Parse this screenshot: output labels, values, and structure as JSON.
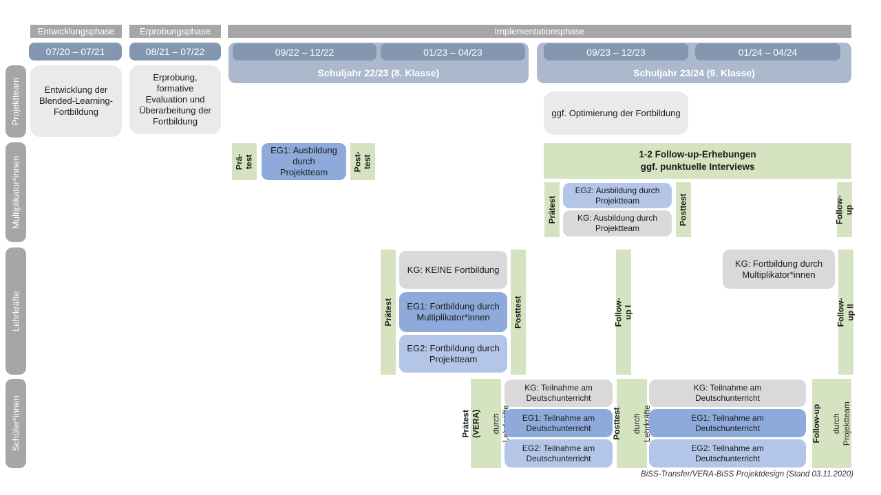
{
  "colors": {
    "phase_gray": "#A6A6A6",
    "date_slate_blue": "#8497B0",
    "school_year_band": "#ACB8CB",
    "project_team_box_gray": "#EBEAEA",
    "kg_gray": "#D9D9D9",
    "eg1_blue": "#8EAADB",
    "eg2_light_blue": "#B4C6E7",
    "test_green": "#D5E3C1"
  },
  "header": {
    "phases": {
      "development": "Entwicklungsphase",
      "testing": "Erprobungsphase",
      "implementation": "Implementationsphase"
    },
    "dates": {
      "d1": "07/20 – 07/21",
      "d2": "08/21 – 07/22",
      "d3": "09/22 – 12/22",
      "d4": "01/23 – 04/23",
      "d5": "09/23 – 12/23",
      "d6": "01/24 – 04/24"
    },
    "school_years": {
      "sy1": "Schuljahr 22/23 (8. Klasse)",
      "sy2": "Schuljahr 23/24 (9. Klasse)"
    }
  },
  "row_labels": {
    "r1": "Projektteam",
    "r2": "Multiplikator*innen",
    "r3": "Lehrkräfte",
    "r4": "Schüler*innen"
  },
  "projektteam": {
    "development": "Entwicklung der Blended-Learning-Fortbildung",
    "testing": "Erprobung, formative Evaluation und Überarbeitung der Fortbildung",
    "optimization": "ggf. Optimierung der Fortbildung"
  },
  "multiplikatoren": {
    "pretest_small": "Prä-\ntest",
    "eg1": "EG1: Ausbildung durch Projektteam",
    "posttest_small": "Post-\ntest",
    "followup_box": "1-2 Follow-up-Erhebungen\nggf. punktuelle Interviews",
    "pretest": "Prätest",
    "eg2": "EG2: Ausbildung durch Projektteam",
    "kg": "KG: Ausbildung durch Projektteam",
    "posttest": "Posttest",
    "followup": "Follow-up"
  },
  "lehrkraefte": {
    "pretest": "Prätest",
    "kg": "KG: KEINE Fortbildung",
    "eg1": "EG1: Fortbildung durch Multiplikator*innen",
    "eg2": "EG2: Fortbildung durch Projektteam",
    "posttest": "Posttest",
    "followup1": "Follow-up I",
    "kg2": "KG: Fortbildung durch Multiplikator*innen",
    "followup2": "Follow-up II"
  },
  "schueler": {
    "pretest_main": "Prätest (VERA)",
    "pretest_sub": "durch Lehrkräfte",
    "kg1": "KG: Teilnahme am Deutschunterricht",
    "eg1a": "EG1: Teilnahme am Deutschunterricht",
    "eg2a": "EG2: Teilnahme am Deutschunterricht",
    "posttest_main": "Posttest",
    "posttest_sub": "durch Lehrkräfte",
    "kg2": "KG: Teilnahme am Deutschunterricht",
    "eg1b": "EG1: Teilnahme am Deutschunterricht",
    "eg2b": "EG2: Teilnahme am Deutschunterricht",
    "followup_main": "Follow-up",
    "followup_sub": "durch\nProjektteam"
  },
  "footer": "BiSS-Transfer/VERA-BiSS Projektdesign (Stand 03.11.2020)"
}
